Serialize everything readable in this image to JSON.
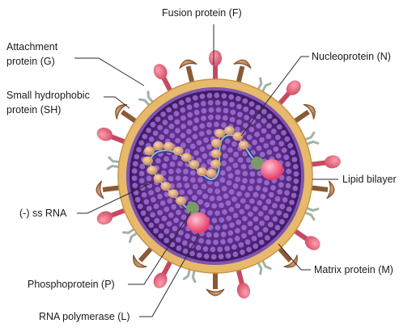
{
  "labels": {
    "fusion": "Fusion protein (F)",
    "attachment_1": "Attachment",
    "attachment_2": "protein (G)",
    "small_1": "Small hydrophobic",
    "small_2": "protein (SH)",
    "nucleoprotein": "Nucleoprotein (N)",
    "lipid": "Lipid bilayer",
    "ssrna": "(-) ss RNA",
    "matrix": "Matrix protein (M)",
    "phospho": "Phosphoprotein (P)",
    "polymerase": "RNA polymerase (L)"
  },
  "colors": {
    "interior": "#5b2a8a",
    "interior_dark": "#3f1766",
    "dots": "#a77cd6",
    "lipid": "#e7b96a",
    "fusion": "#d6576d",
    "attachment": "#a8724a",
    "small_hydrophobic": "#9fb3a3",
    "nucleoprotein": "#e4b98a",
    "rna": "#8aa0d8",
    "polymerase": "#e63f6b",
    "phosphoprotein": "#7a9a6a"
  }
}
